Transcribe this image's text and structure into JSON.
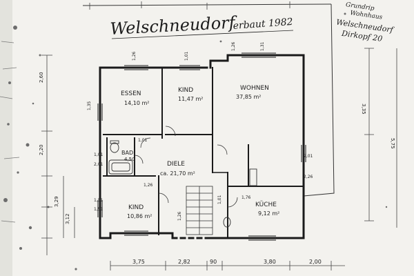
{
  "title": "Welschneudorf",
  "year": "erbaut 1982",
  "side_note": {
    "line1": "Grundrip",
    "line2": "Wohnhaus",
    "line3": "Welschneudorf",
    "line4": "Dirkopf 20"
  },
  "rooms": {
    "essen": {
      "name": "ESSEN",
      "area": "14,10 m²"
    },
    "kind_top": {
      "name": "KIND",
      "area": "11,47 m²"
    },
    "wohnen": {
      "name": "WOHNEN",
      "area": "37,85 m²"
    },
    "bad": {
      "name": "BAD",
      "area": "4,50"
    },
    "diele": {
      "name": "DIELE",
      "area": "ca. 21,70 m²"
    },
    "kind_bottom": {
      "name": "KIND",
      "area": "10,86 m²"
    },
    "kueche": {
      "name": "KÜCHE",
      "area": "9,12 m²"
    }
  },
  "dimensions_bottom": [
    "3,75",
    "2,82",
    "90",
    "3,80",
    "2,00"
  ],
  "dimensions_left": [
    "2,60",
    "2,20",
    "3,29",
    "3,12"
  ],
  "dimensions_right": [
    "3,35",
    "5,75"
  ],
  "opening_labels": {
    "o1": "1,26",
    "o2": "1,01",
    "o3": "1,26",
    "o4": "1,31",
    "o5": "1,35",
    "o6": "1,01",
    "o7": "2,01",
    "o8": "1,01",
    "o9": "1,26",
    "o10": "1,51",
    "o11": "1,51",
    "o12": "2,01",
    "o13": "2,26",
    "o14": "1,26",
    "o15": "1,01",
    "o16": "1,76"
  }
}
